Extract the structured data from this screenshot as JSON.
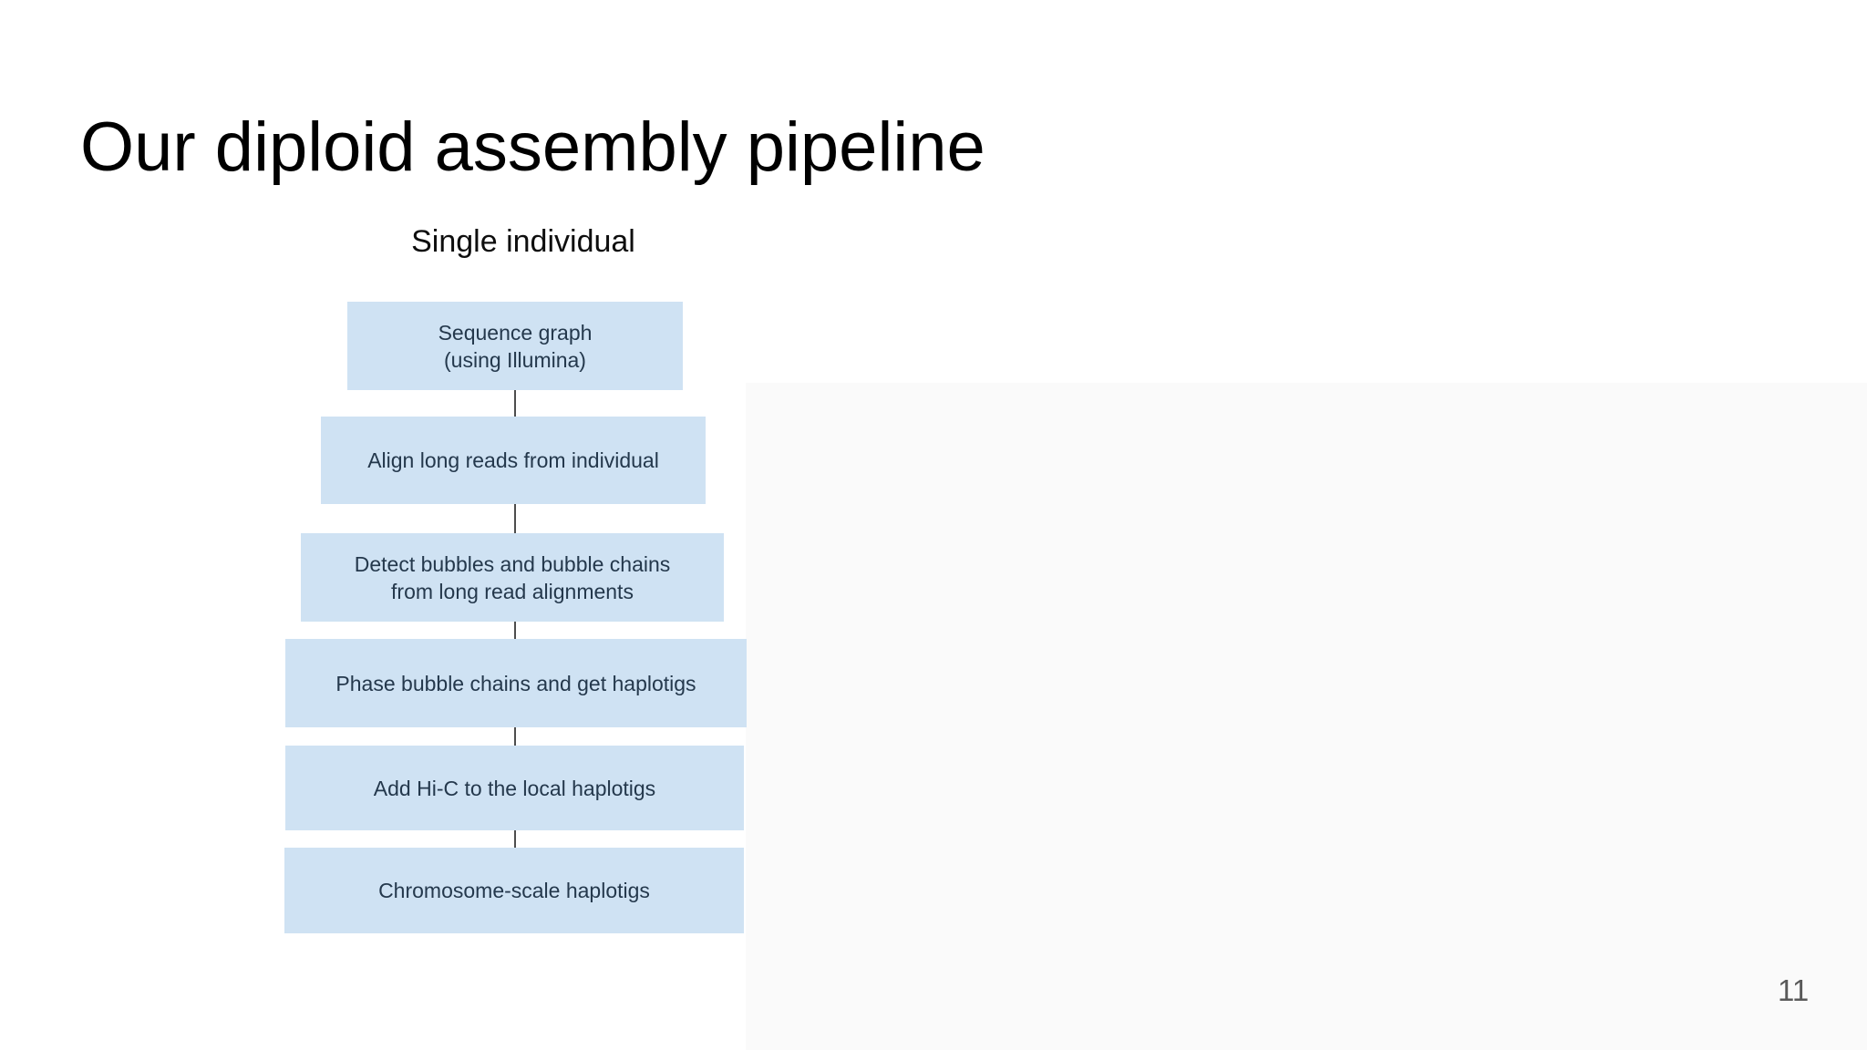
{
  "slide": {
    "title": "Our diploid assembly pipeline",
    "page_number": "11"
  },
  "pipeline": {
    "heading": "Single individual",
    "steps": [
      {
        "text": "Sequence graph\n(using Illumina)"
      },
      {
        "text": "Align long reads from individual"
      },
      {
        "text": "Detect bubbles and bubble chains\nfrom long read alignments"
      },
      {
        "text": "Phase bubble chains and get haplotigs"
      },
      {
        "text": "Add Hi-C to the local haplotigs"
      },
      {
        "text": "Chromosome-scale haplotigs"
      }
    ]
  },
  "colors": {
    "box_fill": "#cfe2f3",
    "box_text": "#24384c",
    "connector": "#4d4d4d",
    "title_text": "#000000",
    "heading_text": "#0e0e0e",
    "page_number_text": "#595959",
    "background": "#ffffff",
    "right_panel_tint": "#fafafa"
  }
}
